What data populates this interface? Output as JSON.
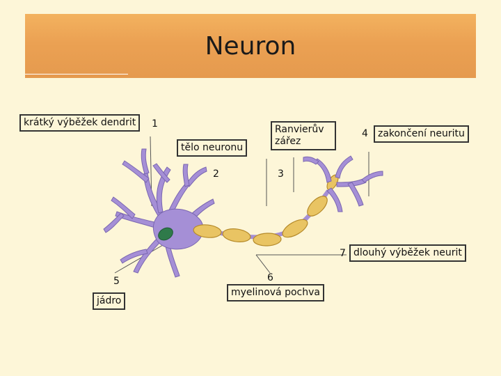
{
  "title": "Neuron",
  "labels": {
    "dendrit": "krátký výběžek dendrit",
    "telo": "tělo neuronu",
    "ranvier": "Ranvierův\nzářez",
    "zakonceni": "zakončení neuritu",
    "neurit": "dlouhý výběžek neurit",
    "myelinova": "myelinová pochva",
    "jadro": "jádro"
  },
  "numbers": {
    "n1": "1",
    "n2": "2",
    "n3": "3",
    "n4": "4",
    "n5": "5",
    "n6": "6",
    "n7": "7"
  },
  "colors": {
    "neuron": "#a58fd6",
    "neuron_outline": "#7a66b0",
    "nucleus": "#2f7a4a",
    "myelin": "#e9c463",
    "myelin_outline": "#b58a2a",
    "banner": "#eba153"
  }
}
